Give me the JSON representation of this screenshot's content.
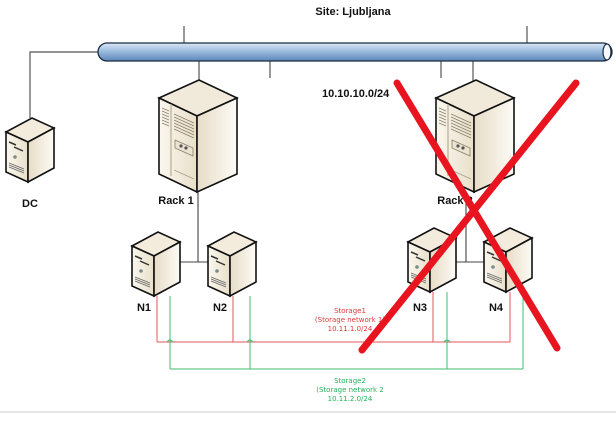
{
  "title": "Site: Ljubljana",
  "network": {
    "subnet": "10.10.10.0/24"
  },
  "nodes": {
    "dc": {
      "label": "DC",
      "icon": "server-tower-icon"
    },
    "rack1": {
      "label": "Rack 1",
      "icon": "rack-server-icon"
    },
    "rack2": {
      "label": "Rack 2",
      "icon": "rack-server-icon",
      "crossed_out": true
    },
    "n1": {
      "label": "N1",
      "icon": "server-tower-icon"
    },
    "n2": {
      "label": "N2",
      "icon": "server-tower-icon"
    },
    "n3": {
      "label": "N3",
      "icon": "server-tower-icon"
    },
    "n4": {
      "label": "N4",
      "icon": "server-tower-icon"
    }
  },
  "storage1": {
    "name": "Storage1",
    "desc": "(Storage network 1)",
    "subnet": "10.11.1.0/24",
    "color": "#e0383b"
  },
  "storage2": {
    "name": "Storage2",
    "desc": "(Storage network 2",
    "subnet": "10.11.2.0/24",
    "color": "#22b25a"
  },
  "colors": {
    "bus": "#8fb4db",
    "cross": "#e8141f",
    "server": "#efe7d6"
  }
}
